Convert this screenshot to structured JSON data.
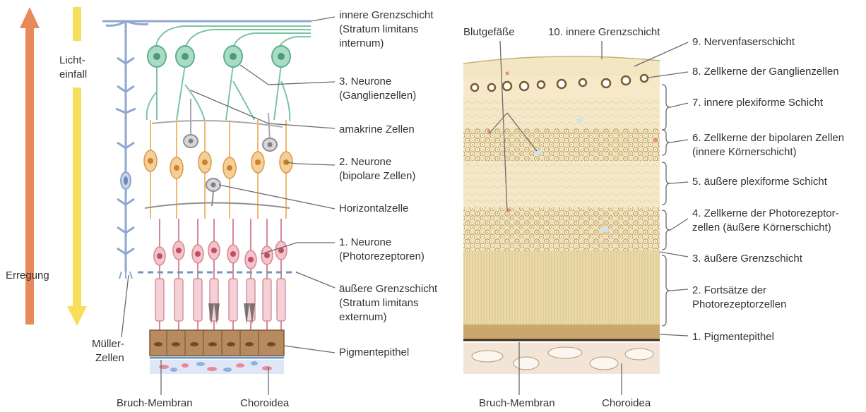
{
  "left_panel": {
    "light_label": [
      "Licht-",
      "einfall"
    ],
    "excitation_label": "Erregung",
    "mueller_label": [
      "Müller-",
      "Zellen"
    ],
    "bottom_labels": {
      "bruch": "Bruch-Membran",
      "choroid": "Choroidea"
    },
    "callouts": [
      {
        "id": "inner-limiting",
        "lines": [
          "innere Grenzschicht",
          "(Stratum limitans",
          "internum)"
        ]
      },
      {
        "id": "neuron3",
        "lines": [
          "3. Neurone",
          "(Ganglienzellen)"
        ]
      },
      {
        "id": "amacrine",
        "lines": [
          "amakrine Zellen"
        ]
      },
      {
        "id": "neuron2",
        "lines": [
          "2. Neurone",
          "(bipolare Zellen)"
        ]
      },
      {
        "id": "horizontal",
        "lines": [
          "Horizontalzelle"
        ]
      },
      {
        "id": "neuron1",
        "lines": [
          "1. Neurone",
          "(Photorezeptoren)"
        ]
      },
      {
        "id": "outer-limiting",
        "lines": [
          "äußere Grenzschicht",
          "(Stratum limitans",
          "externum)"
        ]
      },
      {
        "id": "pigment",
        "lines": [
          "Pigmentepithel"
        ]
      }
    ],
    "colors": {
      "arrow_orange": "#e8895a",
      "arrow_yellow": "#f7de5c",
      "mueller": "#8fa6cf",
      "ganglion": "#7cc4a4",
      "bipolar": "#f1b873",
      "photoreceptor": "#e8a3ae",
      "amacrine": "#a9a9ad",
      "pigment": "#b78a5f",
      "membrane_dash": "#6f96c9"
    }
  },
  "right_panel": {
    "blood_label": "Blutgefäße",
    "bottom_labels": {
      "bruch": "Bruch-Membran",
      "choroid": "Choroidea"
    },
    "layers": [
      {
        "id": "l10",
        "text": [
          "10. innere Grenzschicht"
        ]
      },
      {
        "id": "l9",
        "text": [
          "9. Nervenfaserschicht"
        ]
      },
      {
        "id": "l8",
        "text": [
          "8. Zellkerne der Ganglienzellen"
        ]
      },
      {
        "id": "l7",
        "text": [
          "7. innere plexiforme Schicht"
        ]
      },
      {
        "id": "l6",
        "text": [
          "6. Zellkerne der bipolaren Zellen",
          "(innere Körnerschicht)"
        ]
      },
      {
        "id": "l5",
        "text": [
          "5. äußere plexiforme Schicht"
        ]
      },
      {
        "id": "l4",
        "text": [
          "4. Zellkerne der Photorezeptor-",
          "zellen (äußere Körnerschicht)"
        ]
      },
      {
        "id": "l3",
        "text": [
          "3.  äußere Grenzschicht"
        ]
      },
      {
        "id": "l2",
        "text": [
          "2. Fortsätze der",
          "Photorezeptorzellen"
        ]
      },
      {
        "id": "l1",
        "text": [
          "1. Pigmentepithel"
        ]
      }
    ],
    "colors": {
      "tissue_light": "#f6ebcb",
      "tissue_mid": "#efdcaa",
      "tissue_dark": "#e6cf8e",
      "nucleus_ring": "#7a5a2a",
      "choroid": "#f2e4d6"
    }
  }
}
